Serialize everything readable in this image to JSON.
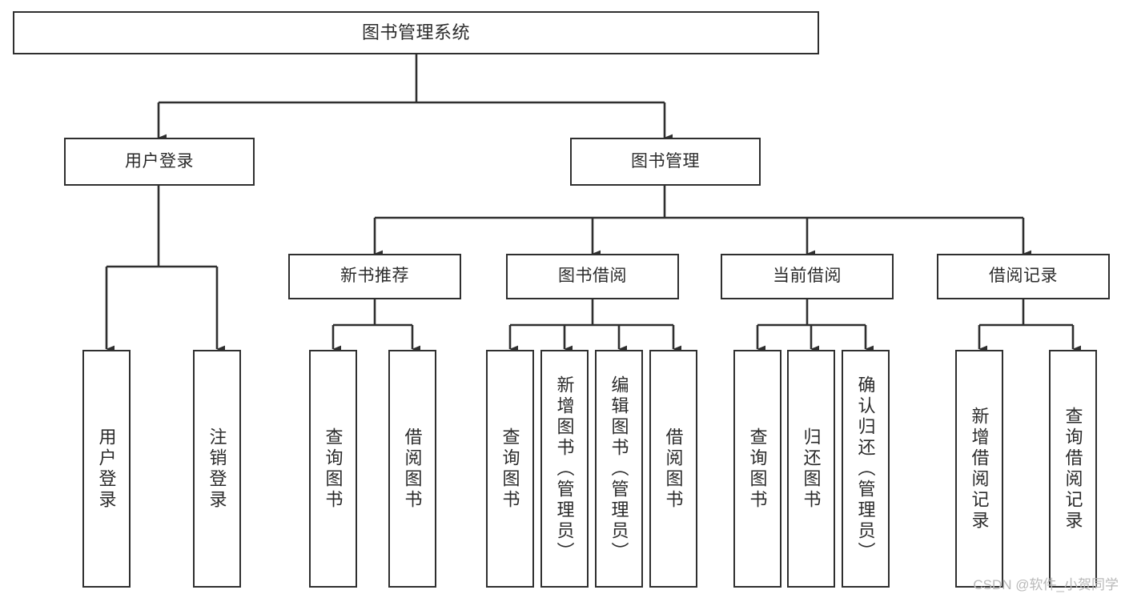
{
  "diagram": {
    "title": "图书管理系统",
    "type": "tree-hierarchy",
    "colors": {
      "background": "#ffffff",
      "stroke": "#2f2f2f",
      "text": "#2b2b2b",
      "watermark": "#b9b9b9"
    },
    "watermark": "CSDN @软件_小贺同学"
  },
  "nodes": {
    "root": {
      "label": "图书管理系统"
    },
    "level2": [
      {
        "id": "user-login",
        "label": "用户登录"
      },
      {
        "id": "book-manage",
        "label": "图书管理"
      }
    ],
    "level3": [
      {
        "id": "new-book-recommend",
        "label": "新书推荐"
      },
      {
        "id": "book-borrow",
        "label": "图书借阅"
      },
      {
        "id": "current-borrow",
        "label": "当前借阅"
      },
      {
        "id": "borrow-record",
        "label": "借阅记录"
      }
    ],
    "leaves": {
      "user-login": [
        {
          "id": "leaf-user-login",
          "label": "用户登录"
        },
        {
          "id": "leaf-logout-login",
          "label": "注销登录"
        }
      ],
      "new-book-recommend": [
        {
          "id": "leaf-query-book-1",
          "label": "查询图书"
        },
        {
          "id": "leaf-borrow-book-1",
          "label": "借阅图书"
        }
      ],
      "book-borrow": [
        {
          "id": "leaf-query-book-2",
          "label": "查询图书"
        },
        {
          "id": "leaf-add-book-admin",
          "label": "新增图书（管理员）"
        },
        {
          "id": "leaf-edit-book-admin",
          "label": "编辑图书（管理员）"
        },
        {
          "id": "leaf-borrow-book-2",
          "label": "借阅图书"
        }
      ],
      "current-borrow": [
        {
          "id": "leaf-query-book-3",
          "label": "查询图书"
        },
        {
          "id": "leaf-return-book",
          "label": "归还图书"
        },
        {
          "id": "leaf-confirm-return-admin",
          "label": "确认归还（管理员）"
        }
      ],
      "borrow-record": [
        {
          "id": "leaf-add-borrow-record",
          "label": "新增借阅记录"
        },
        {
          "id": "leaf-query-borrow-record",
          "label": "查询借阅记录"
        }
      ]
    }
  }
}
